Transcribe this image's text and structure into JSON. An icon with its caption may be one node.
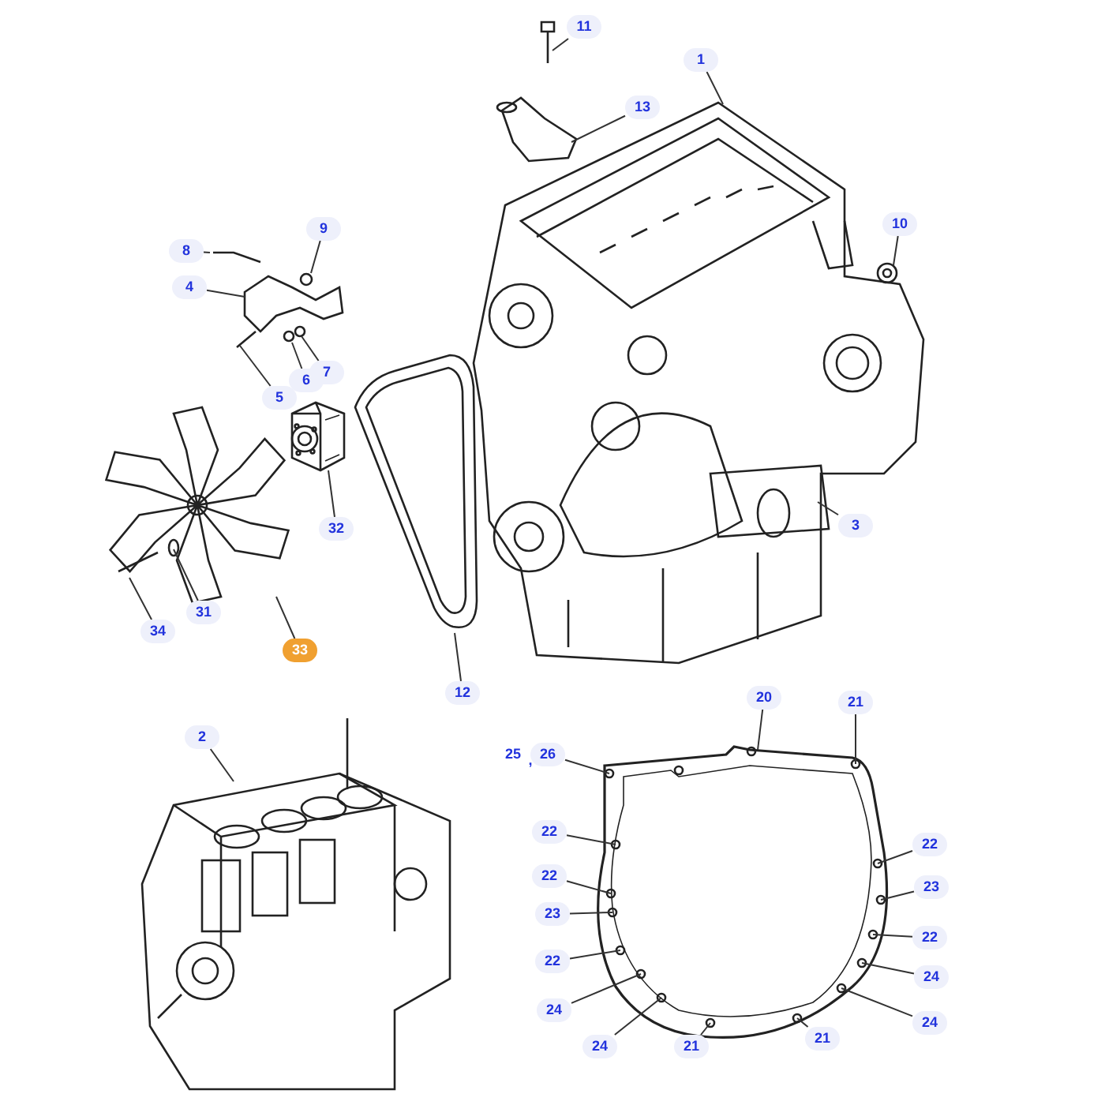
{
  "diagram": {
    "nodes": [
      {
        "text": [
          "11"
        ]
      },
      {
        "text": [
          "1"
        ]
      },
      {
        "text": [
          "13"
        ]
      },
      {
        "text": [
          "9"
        ]
      },
      {
        "text": [
          "10"
        ]
      },
      {
        "text": [
          "8"
        ]
      },
      {
        "text": [
          "4"
        ]
      },
      {
        "text": [
          "6"
        ]
      },
      {
        "text": [
          "7"
        ]
      },
      {
        "text": [
          "5"
        ]
      },
      {
        "text": [
          "32"
        ]
      },
      {
        "text": [
          "3"
        ]
      },
      {
        "text": [
          "31"
        ]
      },
      {
        "text": [
          "34"
        ]
      },
      {
        "text": [
          "33"
        ]
      },
      {
        "text": [
          "12"
        ]
      },
      {
        "text": [
          "20"
        ]
      },
      {
        "text": [
          "21"
        ]
      },
      {
        "text": [
          "2"
        ]
      },
      {
        "text": [
          "26"
        ]
      },
      {
        "text": [
          "22"
        ]
      },
      {
        "text": [
          "22"
        ]
      },
      {
        "text": [
          "22"
        ]
      },
      {
        "text": [
          "23"
        ]
      },
      {
        "text": [
          "23"
        ]
      },
      {
        "text": [
          "22"
        ]
      },
      {
        "text": [
          "22"
        ]
      },
      {
        "text": [
          "24"
        ]
      },
      {
        "text": [
          "24"
        ]
      },
      {
        "text": [
          "24"
        ]
      },
      {
        "text": [
          "24"
        ]
      },
      {
        "text": [
          "21"
        ]
      },
      {
        "text": [
          "21"
        ]
      },
      {
        "text": [],
        "shape": "picture"
      },
      {
        "text": [],
        "shape": "picture"
      },
      {
        "text": [],
        "shape": "picture"
      }
    ],
    "edges": [
      {
        "from": 0,
        "to": null,
        "arrow": "none"
      },
      {
        "from": 1,
        "to": null,
        "arrow": "none"
      },
      {
        "from": 2,
        "to": null,
        "arrow": "none"
      },
      {
        "from": 3,
        "to": 33,
        "arrow": "none"
      },
      {
        "from": 4,
        "to": null,
        "arrow": "none"
      },
      {
        "from": 5,
        "to": 33,
        "arrow": "none"
      },
      {
        "from": 6,
        "to": 33,
        "arrow": "none"
      },
      {
        "from": 7,
        "to": 33,
        "arrow": "none"
      },
      {
        "from": 8,
        "to": 33,
        "arrow": "none"
      },
      {
        "from": 9,
        "to": 33,
        "arrow": "none"
      },
      {
        "from": 10,
        "to": 34,
        "arrow": "none"
      },
      {
        "from": 11,
        "to": null,
        "arrow": "none"
      },
      {
        "from": 12,
        "to": null,
        "arrow": "none"
      },
      {
        "from": 13,
        "to": null,
        "arrow": "none"
      },
      {
        "from": 14,
        "to": null,
        "arrow": "none"
      },
      {
        "from": 15,
        "to": 35,
        "arrow": "none"
      },
      {
        "from": 16,
        "to": null,
        "arrow": "none"
      },
      {
        "from": 17,
        "to": null,
        "arrow": "none"
      },
      {
        "from": 18,
        "to": null,
        "arrow": "none"
      },
      {
        "from": 19,
        "to": null,
        "arrow": "none"
      },
      {
        "from": 20,
        "to": null,
        "arrow": "none"
      },
      {
        "from": 21,
        "to": null,
        "arrow": "none"
      },
      {
        "from": 22,
        "to": null,
        "arrow": "none"
      },
      {
        "from": 23,
        "to": null,
        "arrow": "none"
      },
      {
        "from": 24,
        "to": null,
        "arrow": "none"
      },
      {
        "from": 25,
        "to": null,
        "arrow": "none"
      },
      {
        "from": 26,
        "to": null,
        "arrow": "none"
      },
      {
        "from": 27,
        "to": null,
        "arrow": "none"
      },
      {
        "from": 28,
        "to": null,
        "arrow": "none"
      },
      {
        "from": 29,
        "to": null,
        "arrow": "none"
      },
      {
        "from": 30,
        "to": null,
        "arrow": "none"
      },
      {
        "from": 31,
        "to": null,
        "arrow": "none"
      },
      {
        "from": 32,
        "to": null,
        "arrow": "none"
      }
    ],
    "labels": [
      "25",
      ","
    ]
  }
}
